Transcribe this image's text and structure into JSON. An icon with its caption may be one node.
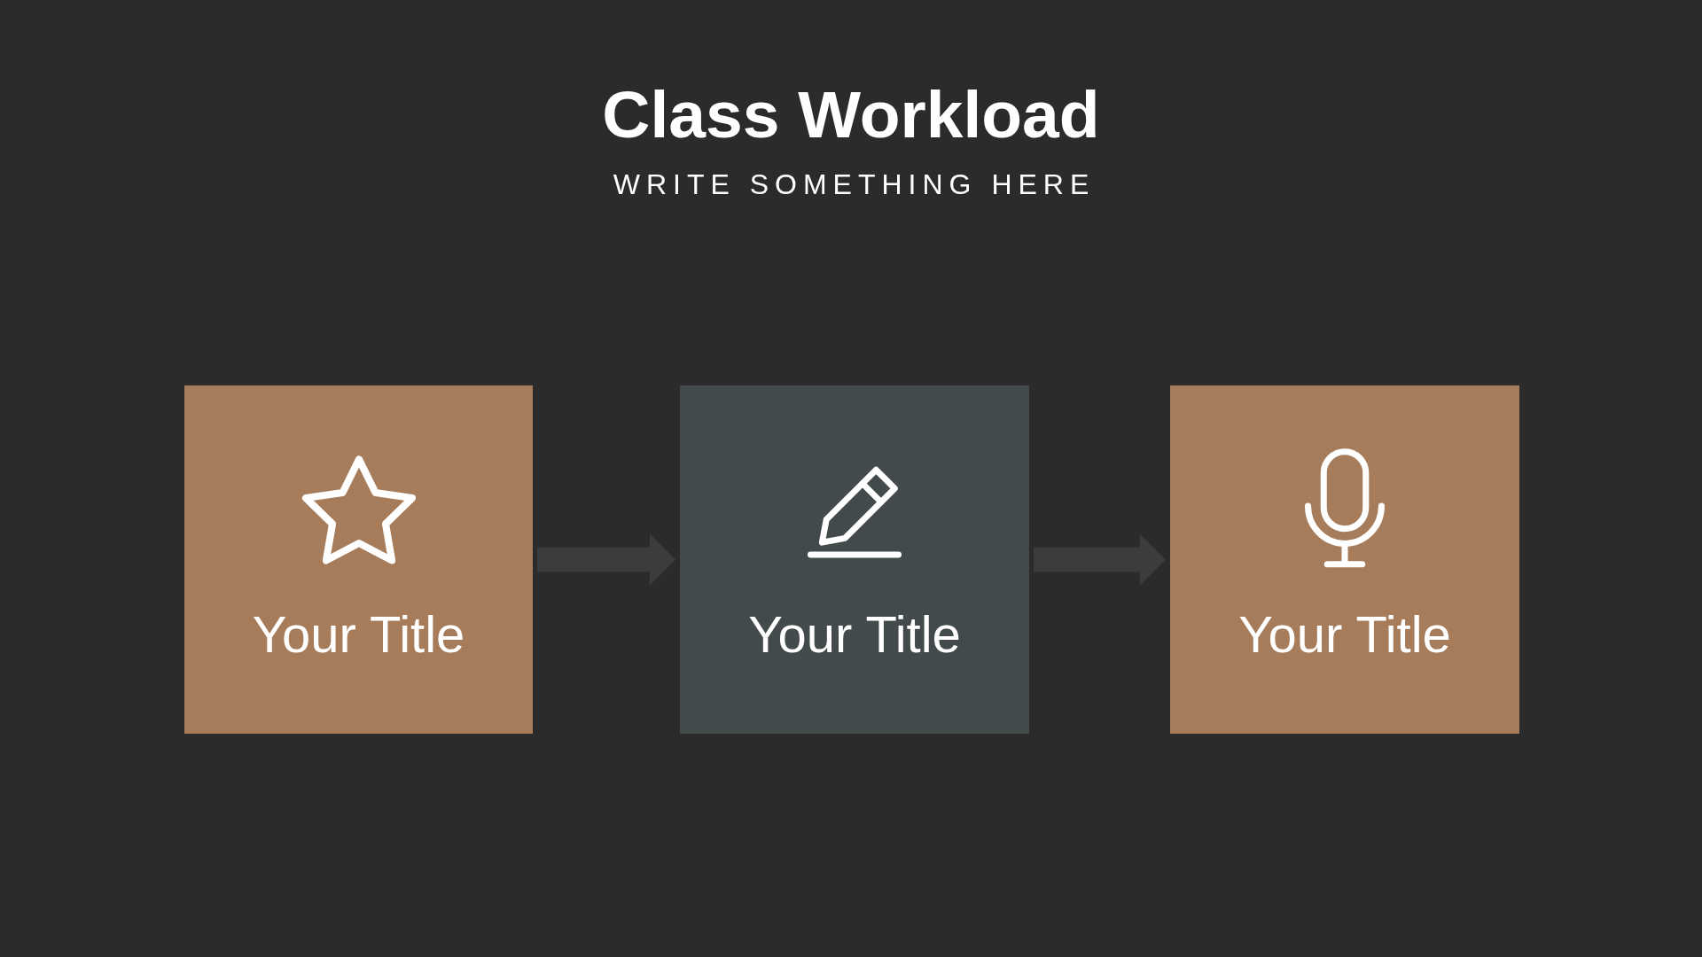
{
  "diagram": {
    "title": "Class Workload",
    "nodes": [
      {
        "text": [
          "Your Title"
        ]
      },
      {
        "text": [
          "Your Title"
        ]
      },
      {
        "text": [
          "Your Title"
        ]
      }
    ],
    "edges": [
      {
        "from": 0,
        "to": 1,
        "arrow": "to"
      },
      {
        "from": 1,
        "to": 2,
        "arrow": "to"
      }
    ],
    "labels": [
      "WRITE SOMETHING HERE"
    ]
  }
}
